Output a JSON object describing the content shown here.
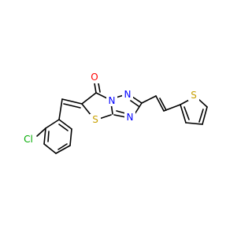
{
  "molecule": {
    "atoms": {
      "oxygen": "O",
      "chlorine": "Cl",
      "thiazole_sulfur": "S",
      "thiophene_sulfur": "S",
      "n1": "N",
      "n2": "N",
      "n3": "N"
    },
    "colors": {
      "bond": "#000000",
      "oxygen": "#ff0000",
      "nitrogen": "#0000ff",
      "sulfur": "#c8a000",
      "chlorine": "#00aa00"
    }
  }
}
